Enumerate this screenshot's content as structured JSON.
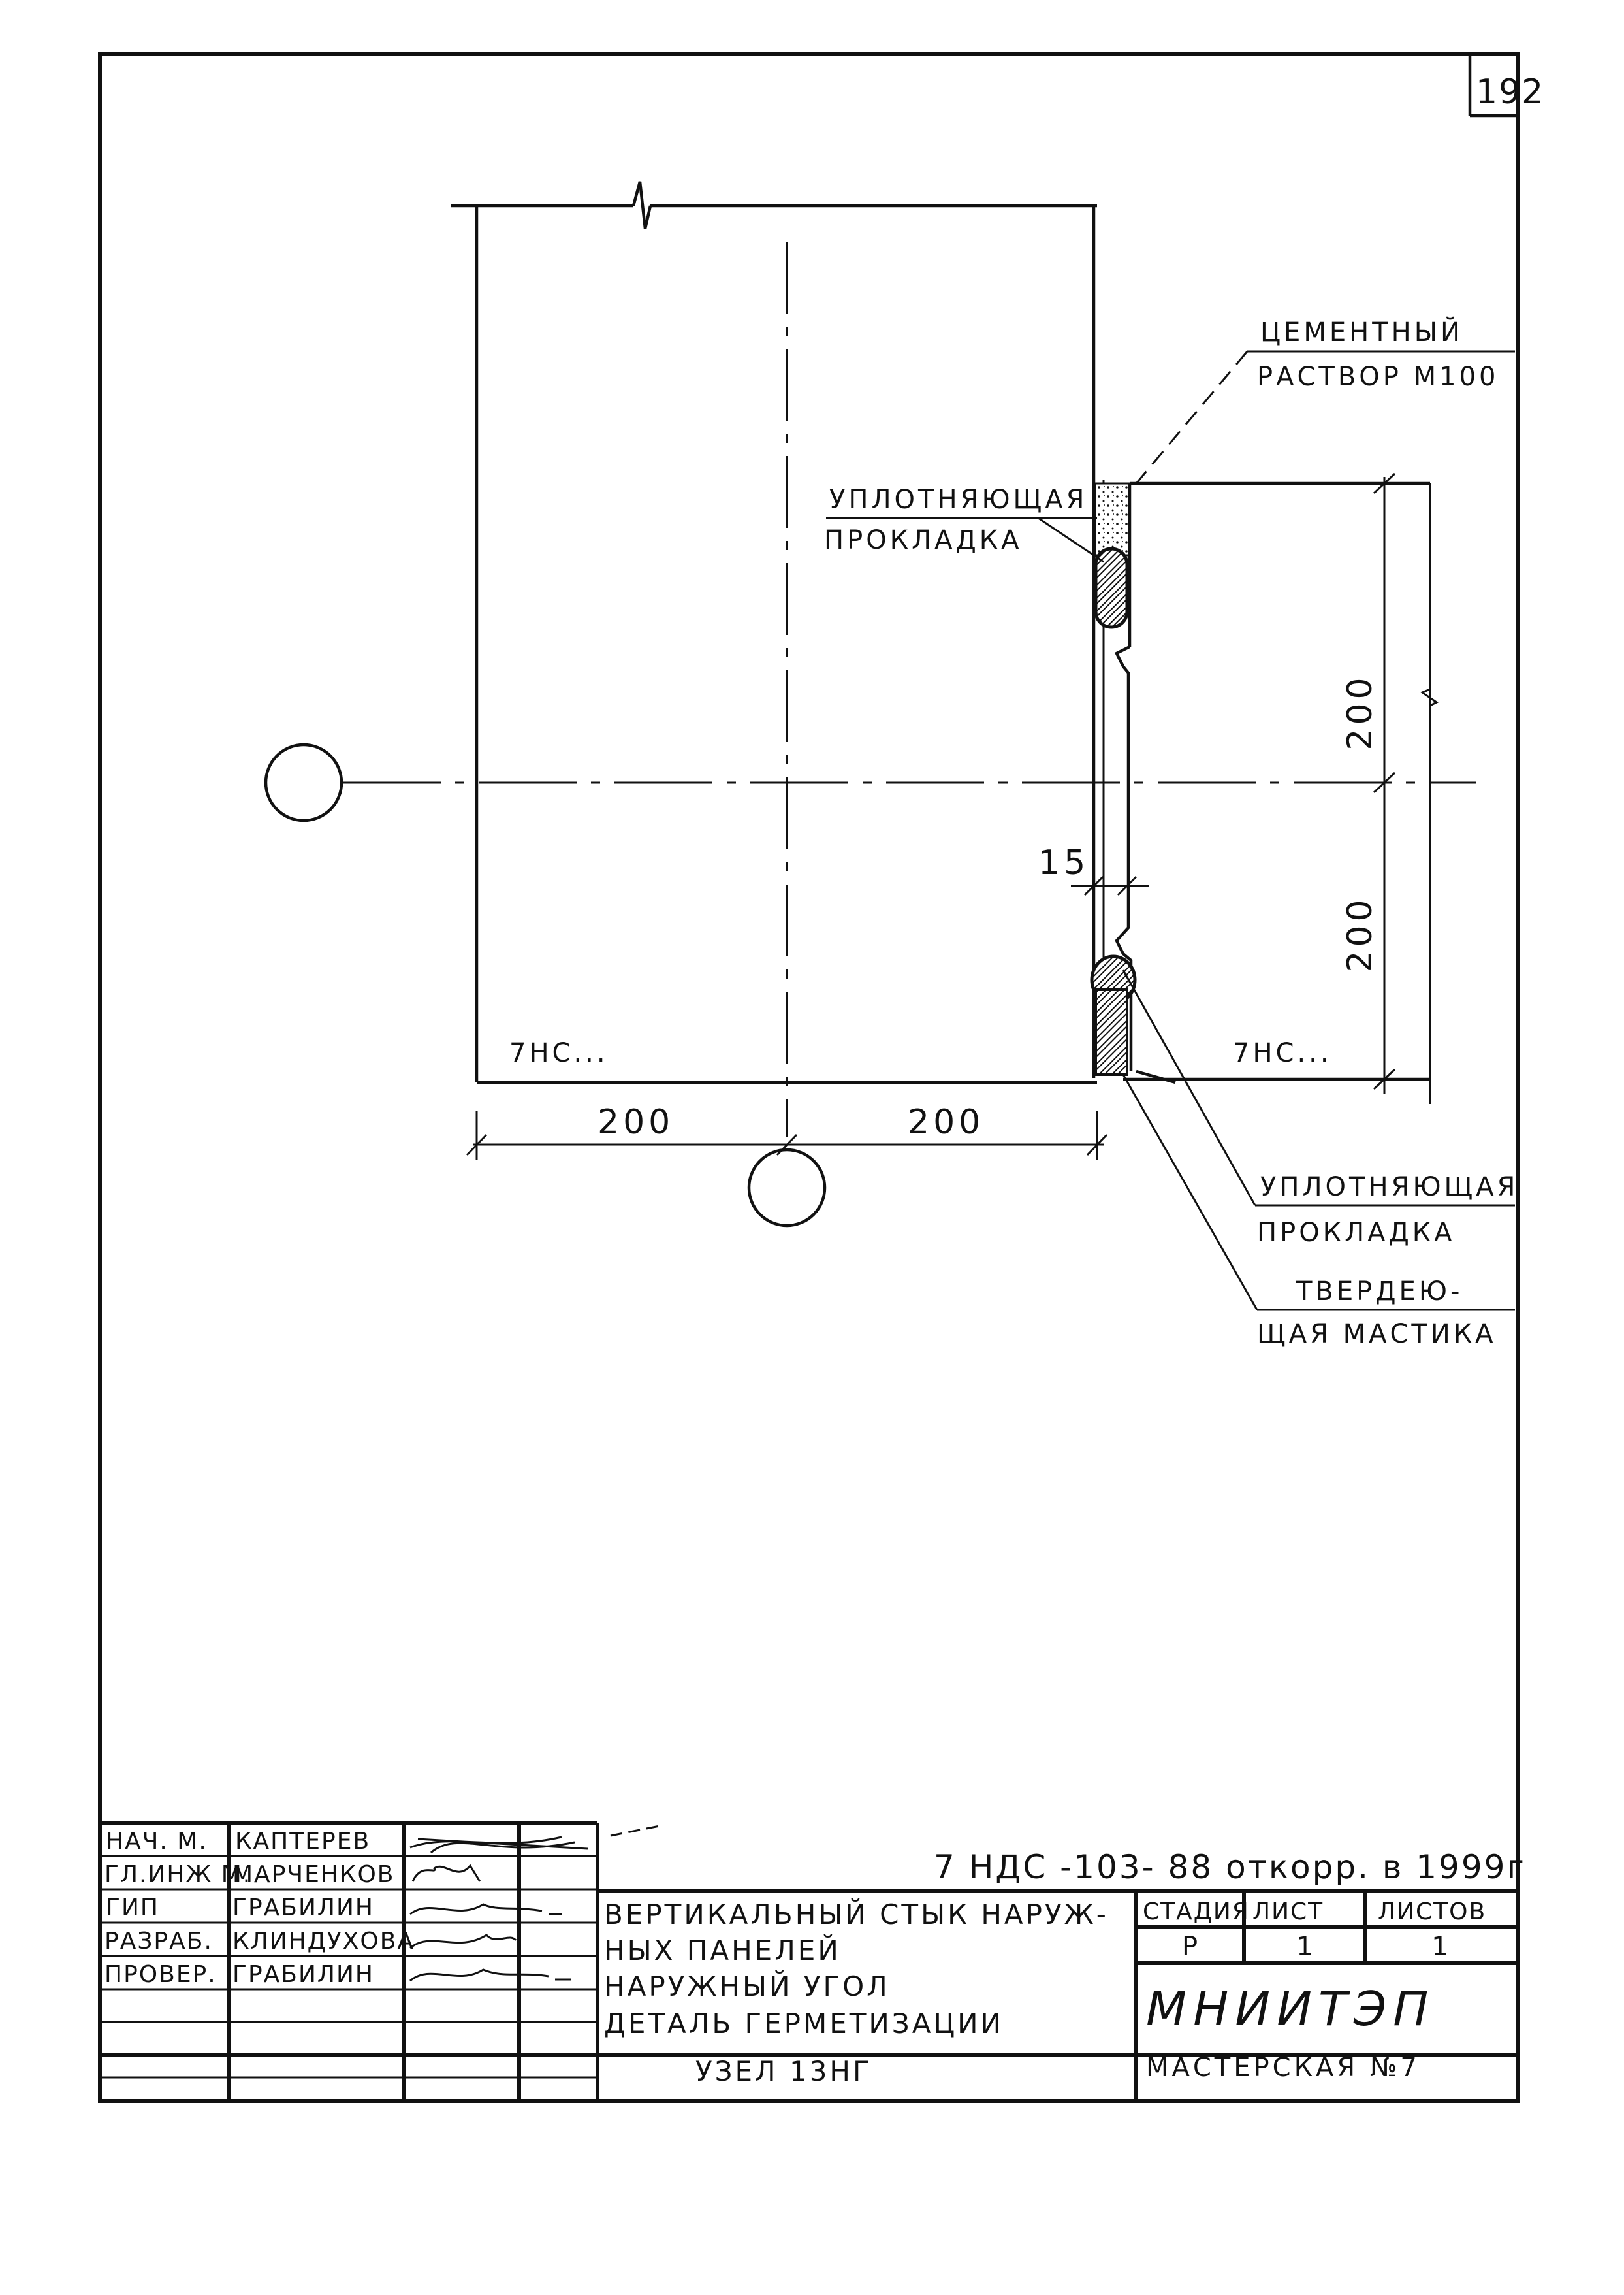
{
  "sheet": {
    "page_number": "192",
    "document_code": "7 НДС -103- 88 откорр. в 1999г"
  },
  "drawing": {
    "callouts": {
      "cement_mortar": [
        "ЦЕМЕНТНЫЙ",
        "РАСТВОР М100"
      ],
      "seal_gasket_top": [
        "УПЛОТНЯЮЩАЯ",
        "ПРОКЛАДКА"
      ],
      "seal_gasket_bottom": [
        "УПЛОТНЯЮЩАЯ",
        "ПРОКЛАДКА"
      ],
      "hardening_mastic": [
        "ТВЕРДЕЮ-",
        "ЩАЯ МАСТИКА"
      ]
    },
    "panel_marks": {
      "left": "7НС...",
      "right": "7НС..."
    },
    "dimensions": {
      "bottom_left": "200",
      "bottom_right": "200",
      "right_upper": "200",
      "right_lower": "200",
      "joint_gap": "15"
    }
  },
  "title_block": {
    "roles": [
      {
        "role": "НАЧ. М.",
        "name": "КАПТЕРЕВ"
      },
      {
        "role": "ГЛ.ИНЖ М.",
        "name": "МАРЧЕНКОВ"
      },
      {
        "role": "ГИП",
        "name": "ГРАБИЛИН"
      },
      {
        "role": "РАЗРАБ.",
        "name": "КЛИНДУХОВА"
      },
      {
        "role": "ПРОВЕР.",
        "name": "ГРАБИЛИН"
      }
    ],
    "title_lines": [
      "ВЕРТИКАЛЬНЫЙ СТЫК НАРУЖ-",
      "НЫХ ПАНЕЛЕЙ",
      "НАРУЖНЫЙ УГОЛ",
      "ДЕТАЛЬ ГЕРМЕТИЗАЦИИ",
      "УЗЕЛ 13НГ"
    ],
    "stage_header": "СТАДИЯ",
    "sheet_header": "ЛИСТ",
    "sheets_header": "ЛИСТОВ",
    "stage": "Р",
    "sheet": "1",
    "sheets": "1",
    "organization": "МНИИТЭП",
    "workshop": "МАСТЕРСКАЯ №7"
  }
}
